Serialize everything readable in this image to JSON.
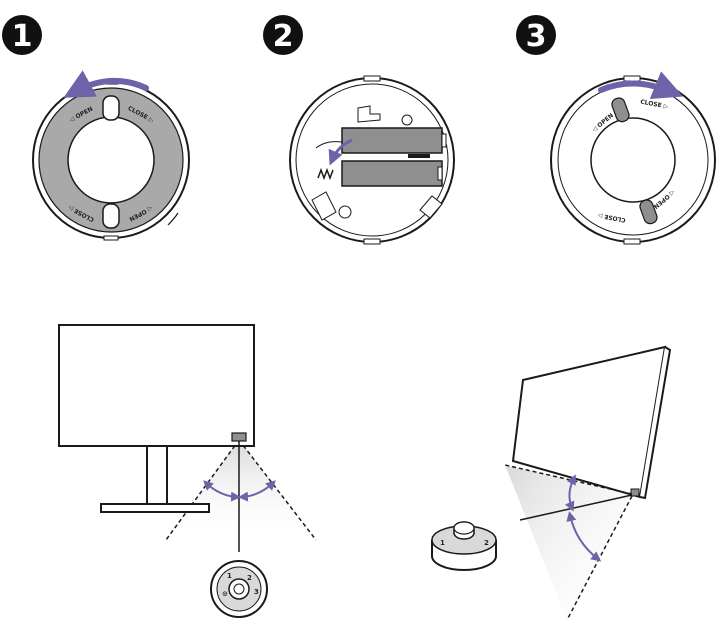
{
  "steps": [
    {
      "number": "1"
    },
    {
      "number": "2"
    },
    {
      "number": "3"
    }
  ],
  "ring": {
    "open_label": "◁ OPEN",
    "close_label": "CLOSE ▷"
  },
  "remote": {
    "button_labels": [
      "1",
      "2",
      "3"
    ]
  },
  "colors": {
    "accent": "#6e63a8",
    "ring_fill": "#a9a9a9",
    "line": "#1a1a1a",
    "battery": "#8f8f8f",
    "badge": "#111111"
  }
}
